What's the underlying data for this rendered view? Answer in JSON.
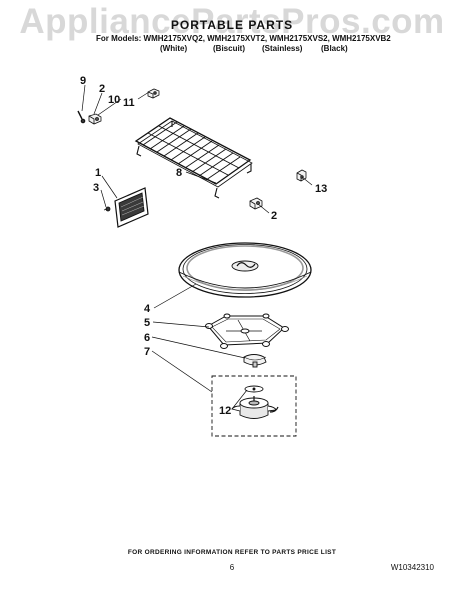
{
  "watermark": "AppliancePartsPros.com",
  "header": {
    "title": "PORTABLE PARTS",
    "models_line": "For Models: WMH2175XVQ2, WMH2175XVT2, WMH2175XVS2, WMH2175XVB2",
    "colors": [
      "(White)",
      "(Biscuit)",
      "(Stainless)",
      "(Black)"
    ]
  },
  "callouts": {
    "n9": "9",
    "n2a": "2",
    "n10": "10",
    "n11": "11",
    "n8": "8",
    "n13": "13",
    "n1": "1",
    "n3": "3",
    "n2b": "2",
    "n4": "4",
    "n5": "5",
    "n6": "6",
    "n7": "7",
    "n12": "12"
  },
  "footer": {
    "note": "FOR ORDERING INFORMATION REFER TO PARTS PRICE LIST",
    "page_number": "6",
    "doc_number": "W10342310"
  }
}
